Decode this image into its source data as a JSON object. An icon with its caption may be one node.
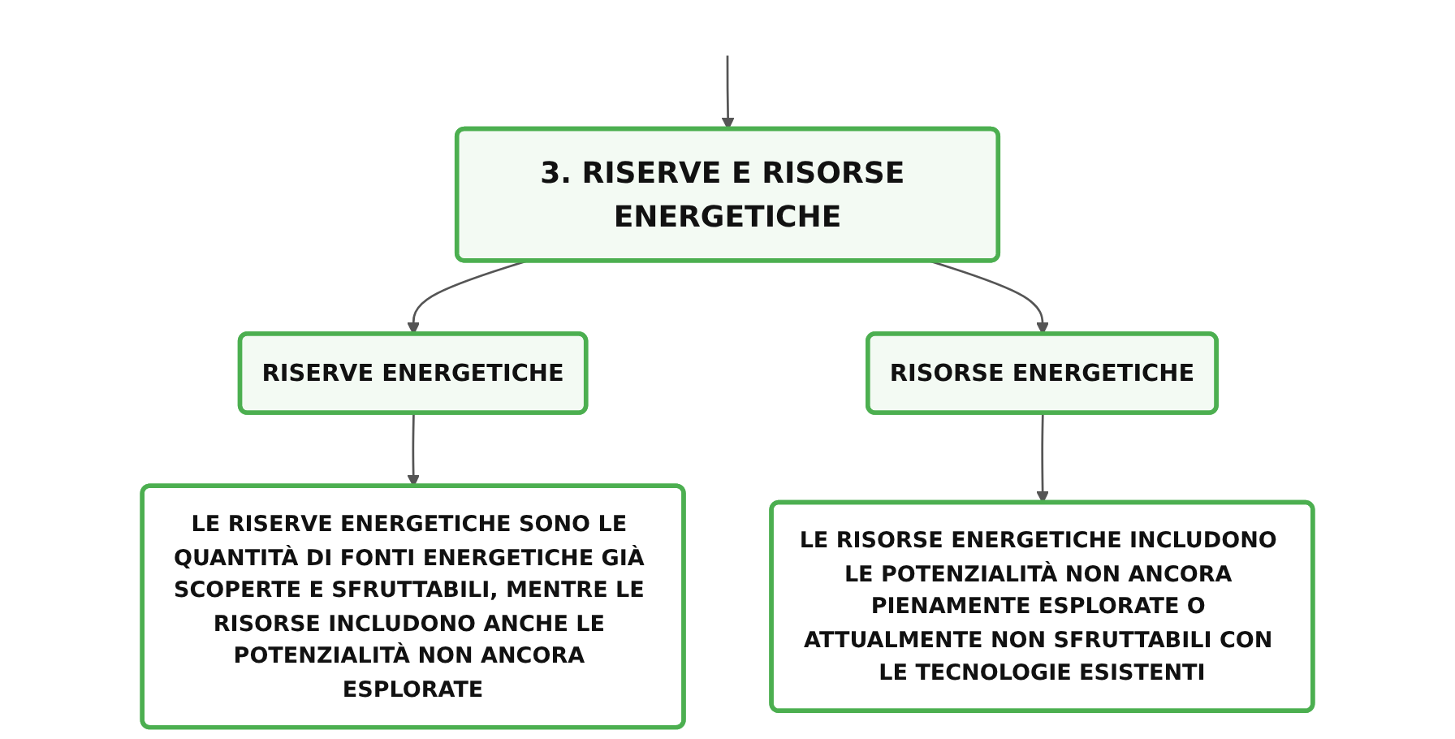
{
  "diagram": {
    "nodes": [
      {
        "text": [
          "3. RISERVE E RISORSE ENERGETICHE"
        ]
      },
      {
        "text": [
          "RISERVE ENERGETICHE"
        ]
      },
      {
        "text": [
          "RISORSE ENERGETICHE"
        ]
      },
      {
        "text": [
          "LE RISERVE ENERGETICHE SONO LE QUANTITÀ DI FONTI ENERGETICHE GIÀ SCOPERTE E SFRUTTABILI, MENTRE LE RISORSE INCLUDONO ANCHE LE POTENZIALITÀ NON ANCORA ESPLORATE"
        ]
      },
      {
        "text": [
          "LE RISORSE ENERGETICHE INCLUDONO LE POTENZIALITÀ NON ANCORA PIENAMENTE ESPLORATE O ATTUALMENTE NON SFRUTTABILI CON LE TECNOLOGIE ESISTENTI"
        ]
      }
    ],
    "edges": [
      {
        "from": null,
        "to": 0,
        "arrow": "to"
      },
      {
        "from": 0,
        "to": 1,
        "arrow": "to"
      },
      {
        "from": 0,
        "to": 2,
        "arrow": "to"
      },
      {
        "from": 1,
        "to": 3,
        "arrow": "to"
      },
      {
        "from": 2,
        "to": 4,
        "arrow": "to"
      }
    ]
  }
}
